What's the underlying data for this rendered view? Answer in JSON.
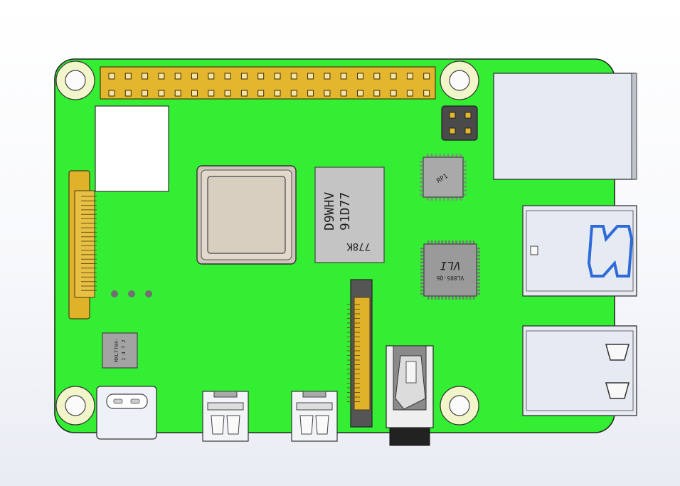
{
  "board": {
    "colors": {
      "pcb": "#33ee33",
      "outline": "#1f2a1f",
      "header_gold": "#e3b62e",
      "connector_gold": "#e0b22a",
      "metal": "#e6eaf3",
      "soc_lid": "#d9cfc1",
      "chip_gray": "#c4c4c4",
      "dark_chip": "#9a9a9a",
      "usb3_blue": "#2f6bd8"
    },
    "gpio": {
      "columns": 20,
      "rows": 2
    },
    "poe": {
      "pins": 4
    },
    "ram_marking": {
      "line1": "778K",
      "line2": "91D77",
      "line3": "D9WHV"
    },
    "chip_marking": {
      "line1": "VL805-Q6",
      "line2": "VLI"
    },
    "small_chip_marking": {
      "line1": "RP1"
    },
    "pmic_marking": {
      "line1": "MXL7704-",
      "line2": "1 4 7 2"
    }
  }
}
